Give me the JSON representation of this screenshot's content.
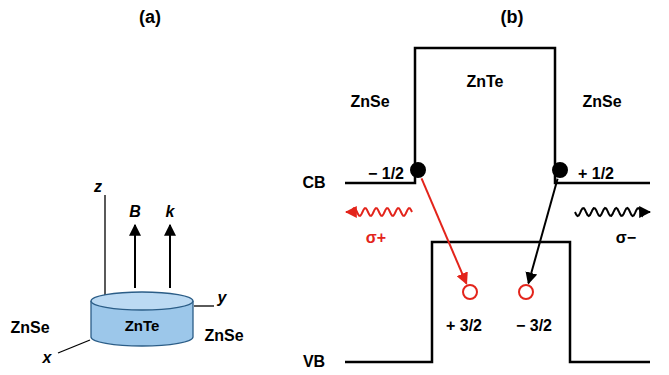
{
  "diagram": {
    "nodes": [
      {
        "text": [
          "ZnTe"
        ]
      },
      {
        "text": [
          "− 1/2"
        ]
      },
      {
        "text": [
          "+ 1/2"
        ]
      },
      {
        "text": [
          "+ 3/2"
        ]
      },
      {
        "text": [
          "− 3/2"
        ]
      }
    ],
    "edges": [
      {
        "from": 1,
        "to": 3,
        "arrow": "to"
      },
      {
        "from": 2,
        "to": 4,
        "arrow": "to"
      }
    ],
    "labels": [
      "(a)",
      "(b)",
      "z",
      "y",
      "x",
      "B",
      "k",
      "ZnSe",
      "ZnSe",
      "ZnSe",
      "ZnTe",
      "ZnSe",
      "CB",
      "VB",
      "σ+",
      "σ−"
    ]
  }
}
